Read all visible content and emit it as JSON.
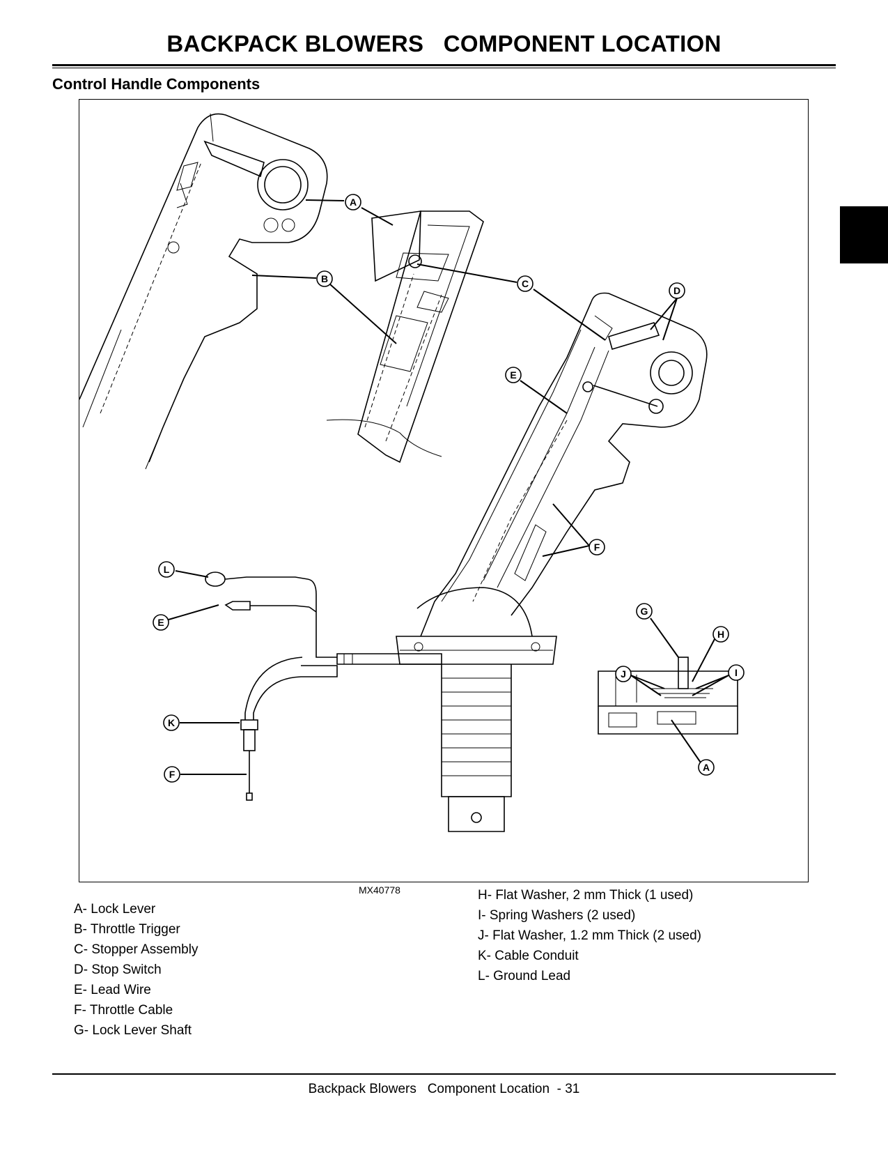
{
  "header": {
    "title": "BACKPACK BLOWERS   COMPONENT LOCATION"
  },
  "section": {
    "heading": "Control Handle Components"
  },
  "figure": {
    "id": "MX40778",
    "callouts": [
      "A",
      "B",
      "C",
      "D",
      "E",
      "F",
      "G",
      "H",
      "I",
      "J",
      "K",
      "L"
    ]
  },
  "legend": {
    "left": [
      "A- Lock Lever",
      "B- Throttle Trigger",
      "C- Stopper Assembly",
      "D- Stop Switch",
      "E- Lead Wire",
      "F- Throttle Cable",
      "G- Lock Lever Shaft"
    ],
    "right": [
      "H- Flat Washer, 2 mm Thick (1 used)",
      "I- Spring Washers (2 used)",
      "J- Flat Washer, 1.2 mm Thick (2 used)",
      "K- Cable Conduit",
      "L- Ground Lead"
    ]
  },
  "footer": {
    "text": "Backpack Blowers   Component Location  - 31"
  }
}
